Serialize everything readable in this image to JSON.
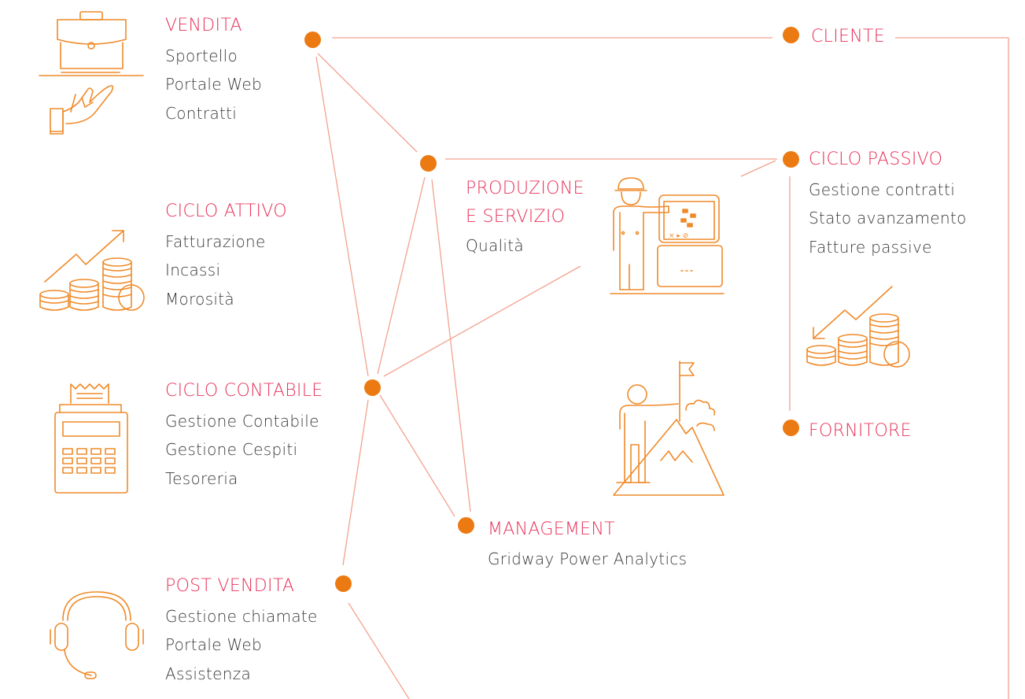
{
  "colors": {
    "accent": "#e8325a",
    "dot": "#ec7a12",
    "line": "#f2a28f",
    "icon": "#ef8a2a",
    "text": "#3a3a3a"
  },
  "nodes": {
    "vendita": {
      "title": "VENDITA",
      "items": [
        "Sportello",
        "Portale Web",
        "Contratti"
      ],
      "icon": "briefcase-hand-icon"
    },
    "ciclo_attivo": {
      "title": "CICLO ATTIVO",
      "items": [
        "Fatturazione",
        "Incassi",
        "Morosità"
      ],
      "icon": "coins-chart-up-icon"
    },
    "ciclo_contabile": {
      "title": "CICLO CONTABILE",
      "items": [
        "Gestione Contabile",
        "Gestione Cespiti",
        "Tesoreria"
      ],
      "icon": "cash-register-icon"
    },
    "post_vendita": {
      "title": "POST VENDITA",
      "items": [
        "Gestione chiamate",
        "Portale Web",
        "Assistenza"
      ],
      "icon": "headset-icon"
    },
    "produzione": {
      "title_line1": "PRODUZIONE",
      "title_line2": "E SERVIZIO",
      "items": [
        "Qualità"
      ],
      "icon": "worker-panel-icon"
    },
    "management": {
      "title": "MANAGEMENT",
      "items": [
        "Gridway Power Analytics"
      ],
      "icon": "mountain-flag-icon"
    },
    "cliente": {
      "title": "CLIENTE"
    },
    "ciclo_passivo": {
      "title": "CICLO PASSIVO",
      "items": [
        "Gestione contratti",
        "Stato avanzamento",
        "Fatture passive"
      ],
      "icon": "coins-chart-down-icon"
    },
    "fornitore": {
      "title": "FORNITORE"
    }
  }
}
